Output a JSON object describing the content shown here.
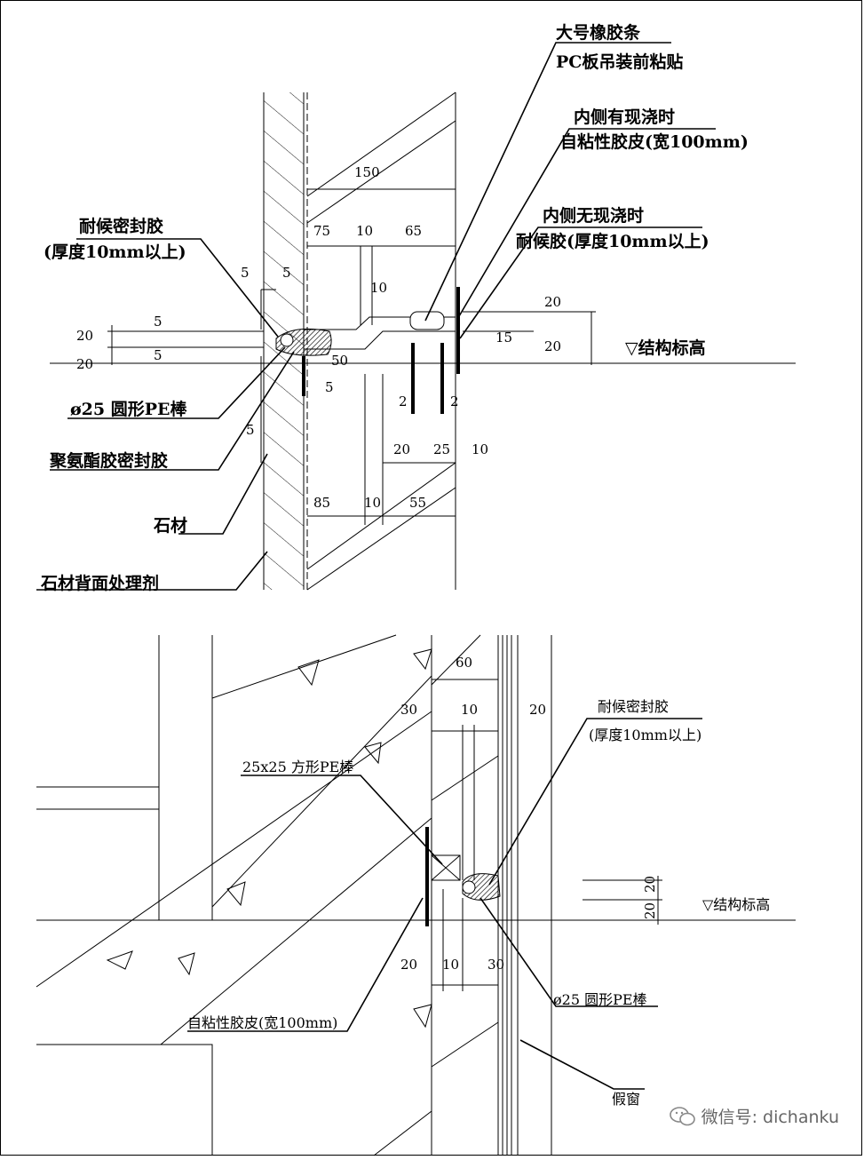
{
  "top_detail": {
    "labels": {
      "large_rubber_strip": "大号橡胶条",
      "pc_prebond": "PC板吊装前粘贴",
      "inner_cast": "内侧有现浇时",
      "self_adhesive_100": "自粘性胶皮(宽100mm)",
      "inner_no_cast": "内侧无现浇时",
      "weather_sealant_10": "耐候胶(厚度10mm以上)",
      "weather_sealant": "耐候密封胶",
      "thickness_10": "(厚度10mm以上)",
      "pe_rod_25": "ø25 圆形PE棒",
      "pu_sealant": "聚氨酯胶密封胶",
      "stone": "石材",
      "stone_back_agent": "石材背面处理剂",
      "struct_level": "▽结构标高"
    },
    "dims": {
      "d150": "150",
      "d75": "75",
      "d10a": "10",
      "d65": "65",
      "d5a": "5",
      "d5b": "5",
      "d10b": "10",
      "d5c": "5",
      "d5d": "5",
      "d20l": "20",
      "d20l2": "20",
      "d50": "50",
      "d5e": "5",
      "d5f": "5",
      "d2a": "2",
      "d2b": "2",
      "d20b": "20",
      "d25": "25",
      "d10c": "10",
      "d85": "85",
      "d10d": "10",
      "d55": "55",
      "d20r": "20",
      "d15": "15",
      "d20r2": "20"
    }
  },
  "bottom_detail": {
    "labels": {
      "weather_sealant": "耐候密封胶",
      "thickness_10": "(厚度10mm以上)",
      "square_pe": "25x25 方形PE棒",
      "struct_level": "▽结构标高",
      "self_adhesive_100": "自粘性胶皮(宽100mm)",
      "pe_rod_25": "ø25 圆形PE棒",
      "fake_window": "假窗"
    },
    "dims": {
      "d60": "60",
      "d30t": "30",
      "d10t": "10",
      "d20t": "20",
      "d20ra": "20",
      "d20rb": "20",
      "d20b": "20",
      "d10b": "10",
      "d30b": "30"
    }
  },
  "watermark": {
    "text": "微信号: dichanku",
    "icon": "wechat-icon"
  }
}
